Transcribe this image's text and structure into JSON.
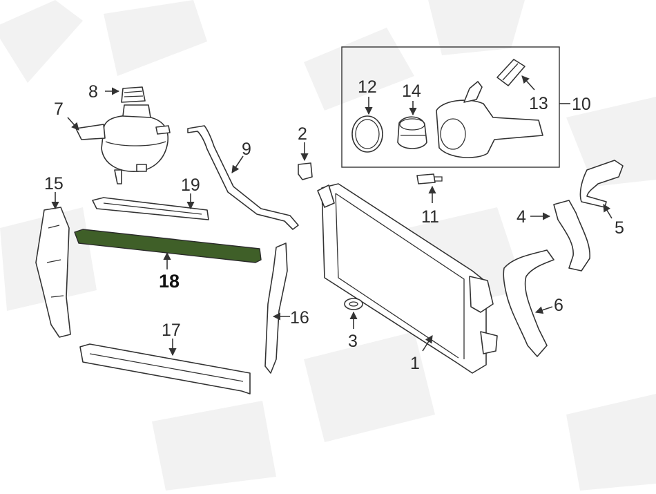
{
  "diagram": {
    "highlight_color": "#3f5f28",
    "callouts": {
      "c1": "1",
      "c2": "2",
      "c3": "3",
      "c4": "4",
      "c5": "5",
      "c6": "6",
      "c7": "7",
      "c8": "8",
      "c9": "9",
      "c10": "10",
      "c11": "11",
      "c12": "12",
      "c13": "13",
      "c14": "14",
      "c15": "15",
      "c16": "16",
      "c17": "17",
      "c18": "18",
      "c19": "19"
    }
  }
}
